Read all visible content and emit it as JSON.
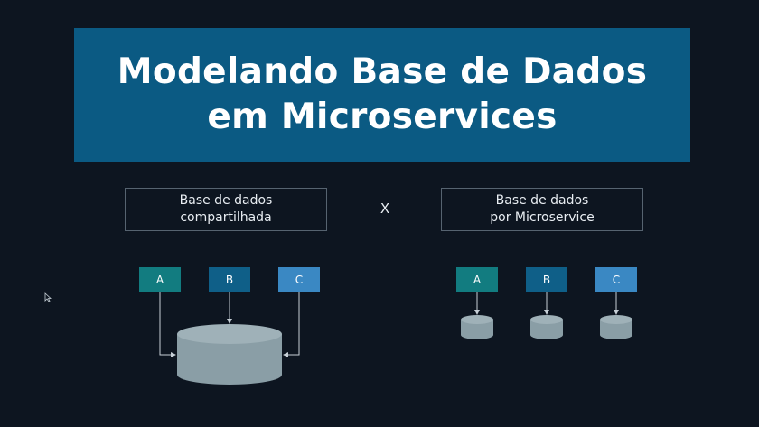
{
  "title": {
    "line1": "Modelando Base de Dados",
    "line2": "em Microservices"
  },
  "left_panel": {
    "label_line1": "Base de dados",
    "label_line2": "compartilhada",
    "services": [
      "A",
      "B",
      "C"
    ]
  },
  "separator": "X",
  "right_panel": {
    "label_line1": "Base de dados",
    "label_line2": "por Microservice",
    "services": [
      "A",
      "B",
      "C"
    ]
  },
  "colors": {
    "background": "#0d1520",
    "banner": "#0b5a83",
    "service_a": "#127c80",
    "service_b": "#0f5f88",
    "service_c": "#3a88c3",
    "database": "#8a9ea6"
  },
  "icons": [
    "database-icon",
    "arrow-icon",
    "mouse-cursor-icon"
  ]
}
